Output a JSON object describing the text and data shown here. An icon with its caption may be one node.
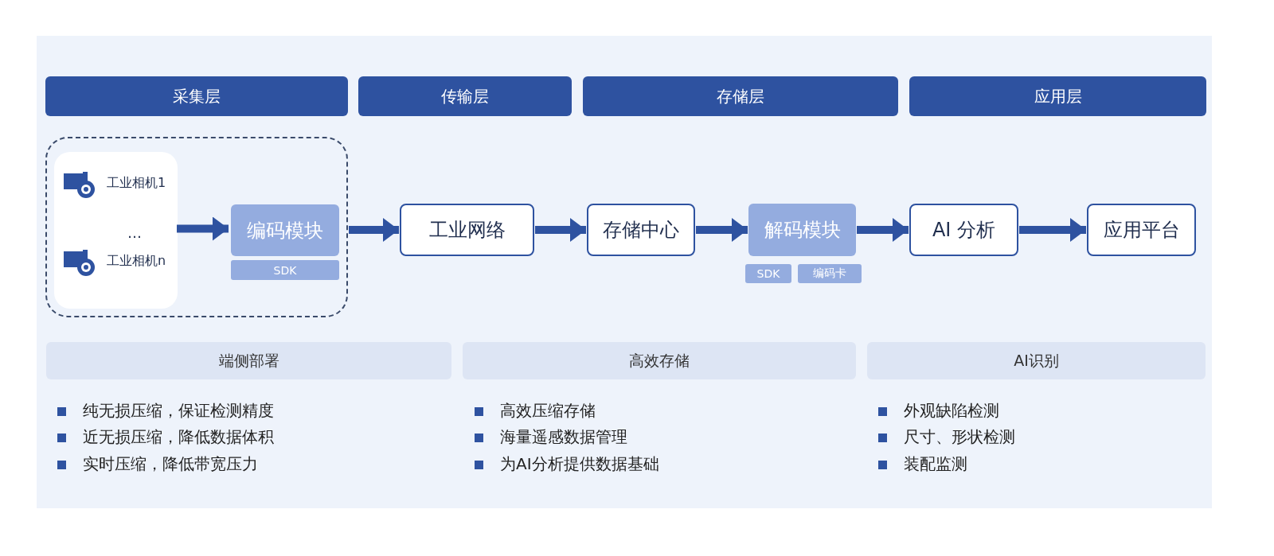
{
  "diagram": {
    "nodes": [
      {
        "text": [
          "采集层"
        ]
      },
      {
        "text": [
          "传输层"
        ]
      },
      {
        "text": [
          "存储层"
        ]
      },
      {
        "text": [
          "应用层"
        ]
      },
      {
        "text": [],
        "shape": "box"
      },
      {
        "text": [],
        "shape": "box",
        "in": 4
      },
      {
        "text": [
          "工业相机1"
        ],
        "in": 5
      },
      {
        "text": [
          "工业相机n"
        ],
        "in": 5
      },
      {
        "text": [
          "编码模块"
        ],
        "in": 4
      },
      {
        "text": [
          "SDK"
        ],
        "in": 4
      },
      {
        "text": [
          "工业网络"
        ]
      },
      {
        "text": [
          "存储中心"
        ]
      },
      {
        "text": [
          "解码模块"
        ]
      },
      {
        "text": [
          "SDK"
        ]
      },
      {
        "text": [
          "编码卡"
        ]
      },
      {
        "text": [
          "AI 分析"
        ]
      },
      {
        "text": [
          "应用平台"
        ]
      },
      {
        "text": [
          "端侧部署"
        ]
      },
      {
        "text": [
          "高效存储"
        ]
      },
      {
        "text": [
          "AI识别"
        ]
      }
    ],
    "edges": [
      {
        "from": 5,
        "to": 8,
        "arrow": "to"
      },
      {
        "from": 4,
        "to": 10,
        "arrow": "to"
      },
      {
        "from": 10,
        "to": 11,
        "arrow": "to"
      },
      {
        "from": 11,
        "to": 12,
        "arrow": "to"
      },
      {
        "from": 12,
        "to": 15,
        "arrow": "to"
      },
      {
        "from": 15,
        "to": 16,
        "arrow": "to"
      }
    ],
    "labels": [
      "…",
      "纯无损压缩，保证检测精度",
      "近无损压缩，降低数据体积",
      "实时压缩，降低带宽压力",
      "高效压缩存储",
      "海量遥感数据管理",
      "为AI分析提供数据基础",
      "外观缺陷检测",
      "尺寸、形状检测",
      "装配监测"
    ]
  }
}
